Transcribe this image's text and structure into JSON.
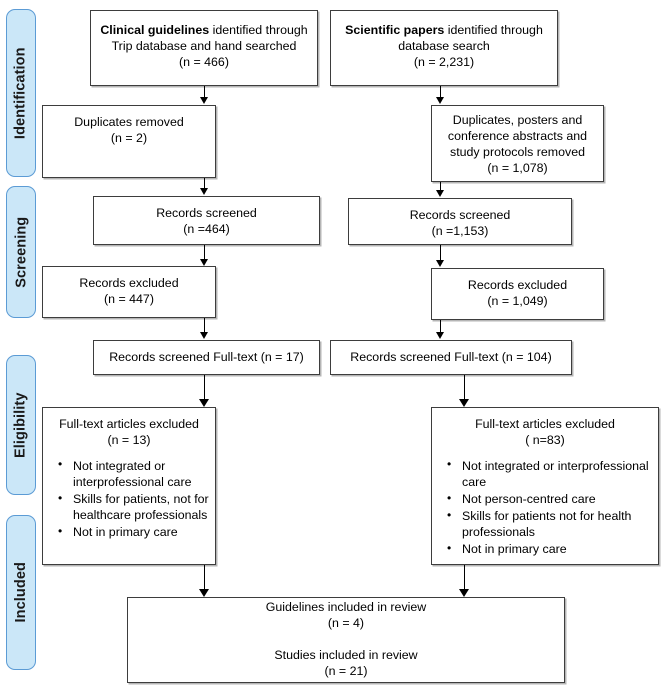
{
  "diagram": {
    "title": "PRISMA flow diagram",
    "type": "flowchart",
    "accent_color": "#cbe7f8",
    "accent_border_color": "#5b9bd5",
    "box_border_color": "#3d3d3d"
  },
  "stages": [
    {
      "id": "identification",
      "label": "Identification"
    },
    {
      "id": "screening",
      "label": "Screening"
    },
    {
      "id": "eligibility",
      "label": "Eligibility"
    },
    {
      "id": "included",
      "label": "Included"
    }
  ],
  "columns": {
    "left": {
      "id": "guidelines",
      "name": "Clinical guidelines"
    },
    "right": {
      "id": "papers",
      "name": "Scientific papers"
    }
  },
  "nodes": {
    "left_identification": {
      "lead": "Clinical guidelines",
      "rest": " identified through",
      "line2": "Trip database and hand searched",
      "count": "(n = 466)"
    },
    "right_identification": {
      "lead": "Scientific papers",
      "rest": " identified through",
      "line2": "database search",
      "count": "(n = 2,231)"
    },
    "left_duplicates": {
      "text": "Duplicates removed\n(n = 2)"
    },
    "right_duplicates": {
      "text": "Duplicates, posters and\nconference abstracts  and\nstudy protocols removed\n(n = 1,078)"
    },
    "left_screened": {
      "text": "Records screened\n(n =464)"
    },
    "right_screened": {
      "text": "Records screened\n(n =1,153)"
    },
    "left_excluded": {
      "text": "Records excluded\n(n = 447)"
    },
    "right_excluded": {
      "text": "Records excluded\n(n = 1,049)"
    },
    "left_fulltext": {
      "text": "Records screened Full-text (n = 17)"
    },
    "right_fulltext": {
      "text": "Records screened Full-text (n = 104)"
    },
    "left_fulltext_excluded": {
      "heading": "Full-text articles excluded\n(n = 13)",
      "reasons": [
        "Not integrated or interprofessional care",
        "Skills for patients, not for healthcare professionals",
        "Not in primary care"
      ]
    },
    "right_fulltext_excluded": {
      "heading": "Full-text articles excluded\n( n=83)",
      "reasons": [
        "Not integrated or interprofessional care",
        "Not person-centred care",
        "Skills for patients not for health professionals",
        "Not in primary care"
      ]
    },
    "included": {
      "text": "Guidelines included in review\n(n = 4)\n\nStudies included in review\n(n = 21)"
    }
  }
}
